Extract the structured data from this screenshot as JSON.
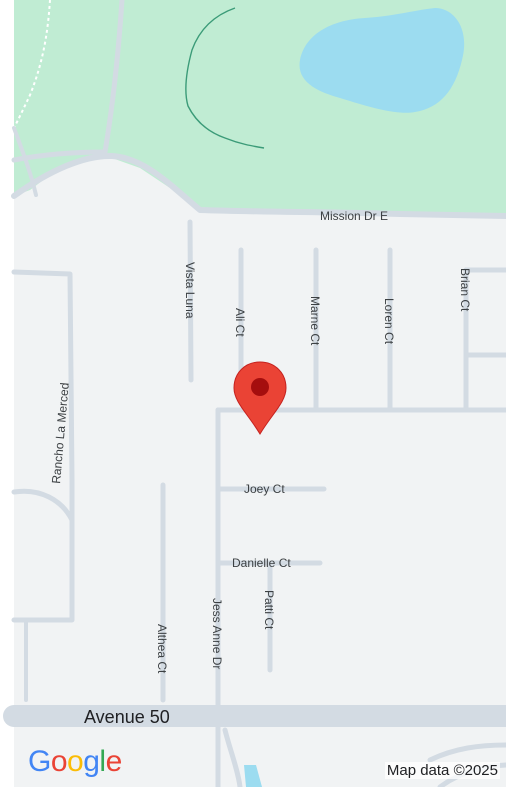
{
  "map": {
    "labels": {
      "mission": "Mission Dr E",
      "vista": "Vista Luna",
      "ali": "Ali Ct",
      "marne": "Marne Ct",
      "loren": "Loren Ct",
      "brian": "Brian Ct",
      "rancho": "Rancho La Merced",
      "joey": "Joey Ct",
      "danielle": "Danielle Ct",
      "patti": "Patti Ct",
      "jess": "Jess Anne Dr",
      "althea": "Althea Ct",
      "avenue": "Avenue 50"
    },
    "attribution": "Map data ©2025",
    "logo_letters": [
      "G",
      "o",
      "o",
      "g",
      "l",
      "e"
    ],
    "colors": {
      "land": "#f1f3f4",
      "park": "#c0ecd3",
      "water": "#9cdcf0",
      "road": "#d3dbe3",
      "marker": "#ea4335",
      "marker_dot": "#a50e0e"
    },
    "logo_colors": [
      "#4285F4",
      "#EA4335",
      "#FBBC05",
      "#4285F4",
      "#34A853",
      "#EA4335"
    ]
  }
}
